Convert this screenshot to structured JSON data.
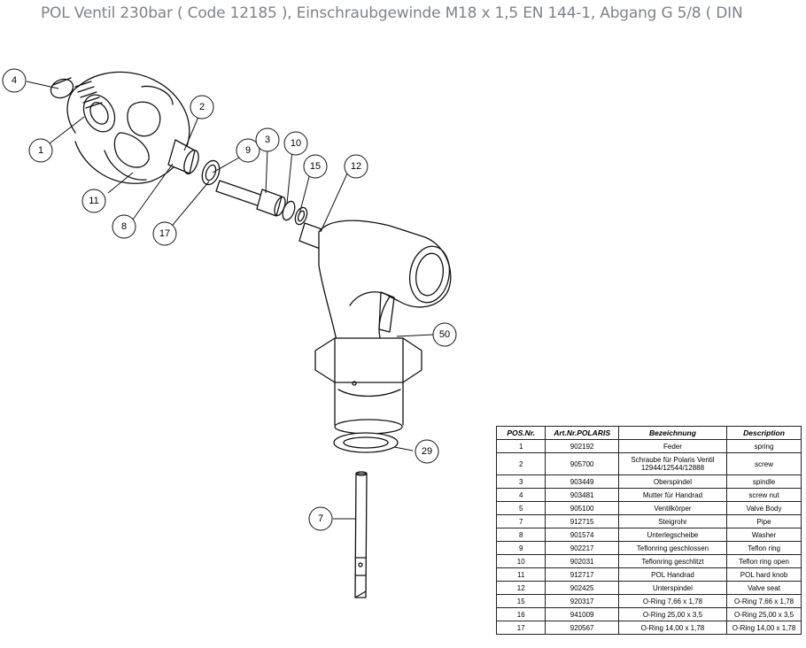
{
  "title": "POL Ventil  230bar ( Code 12185 ), Einschraubgewinde M18 x 1,5  EN 144-1, Abgang G 5/8 ( DIN",
  "callouts": [
    "4",
    "1",
    "11",
    "8",
    "2",
    "9",
    "17",
    "3",
    "10",
    "15",
    "12",
    "50",
    "29",
    "7"
  ],
  "table": {
    "headers": [
      "POS.Nr.",
      "Art.Nr.POLARIS",
      "Bezeichnung",
      "Description"
    ],
    "rows": [
      [
        "1",
        "902192",
        "Feder",
        "spring"
      ],
      [
        "2",
        "905700",
        "Schraube für Polaris Ventil 12944/12544/12888",
        "screw"
      ],
      [
        "3",
        "903449",
        "Oberspindel",
        "spindle"
      ],
      [
        "4",
        "903481",
        "Mutter für Handrad",
        "screw nut"
      ],
      [
        "5",
        "905100",
        "Ventilkörper",
        "Valve Body"
      ],
      [
        "7",
        "912715",
        "Steigrohr",
        "Pipe"
      ],
      [
        "8",
        "901574",
        "Unterlegscheibe",
        "Washer"
      ],
      [
        "9",
        "902217",
        "Teflonring geschlossen",
        "Teflon ring"
      ],
      [
        "10",
        "902031",
        "Teflonring geschlitzt",
        "Teflon ring open"
      ],
      [
        "11",
        "912717",
        "POL Handrad",
        "POL hard knob"
      ],
      [
        "12",
        "902425",
        "Unterspindel",
        "Valve seat"
      ],
      [
        "15",
        "920317",
        "O-Ring 7,66 x 1,78",
        "O-Ring 7,66 x 1,78"
      ],
      [
        "16",
        "941009",
        "O-Ring 25,00 x 3,5",
        "O-Ring 25,00 x 3,5"
      ],
      [
        "17",
        "920567",
        "O-Ring 14,00 x 1,78",
        "O-Ring 14,00 x 1,78"
      ]
    ]
  }
}
